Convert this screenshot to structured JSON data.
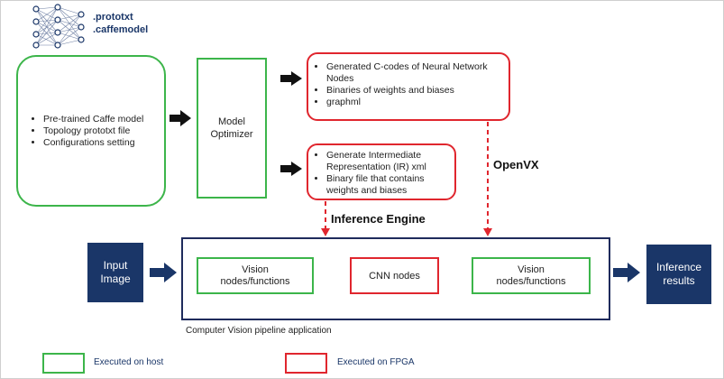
{
  "model_files": [
    ".prototxt",
    ".caffemodel"
  ],
  "input_box": {
    "items": [
      "Pre-trained Caffe model",
      "Topology prototxt file",
      "Configurations setting"
    ]
  },
  "model_optimizer": "Model Optimizer",
  "generated_box": {
    "items": [
      "Generated C-codes of Neural Network Nodes",
      "Binaries of weights and biases",
      "graphml"
    ]
  },
  "ir_box": {
    "items": [
      "Generate Intermediate Representation (IR) xml",
      "Binary file that contains weights and biases"
    ]
  },
  "openvx_label": "OpenVX",
  "inference_engine_label": "Inference Engine",
  "input_image": "Input Image",
  "pipeline": {
    "vision_left": "Vision nodes/functions",
    "cnn": "CNN nodes",
    "vision_right": "Vision nodes/functions",
    "caption": "Computer Vision pipeline application"
  },
  "inference_results": "Inference results",
  "legend": {
    "host": "Executed on host",
    "fpga": "Executed on FPGA",
    "host_color": "#3cb54a",
    "fpga_color": "#e0262e"
  }
}
